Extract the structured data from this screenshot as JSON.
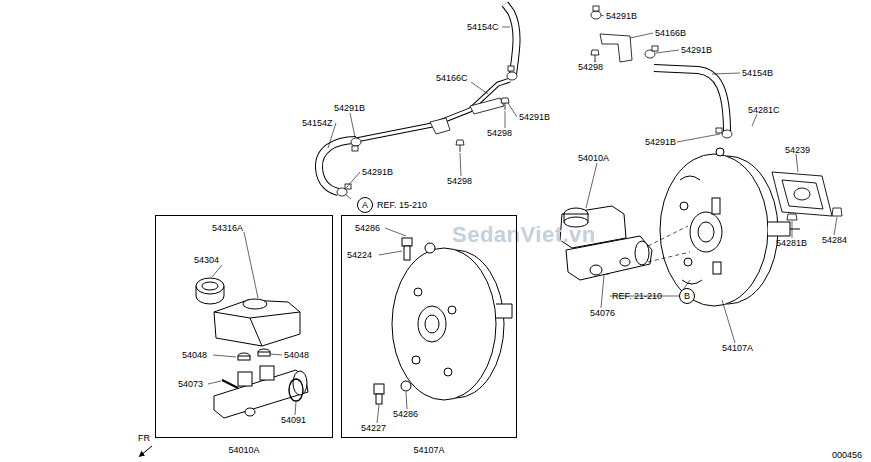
{
  "diagram": {
    "nodes": [
      {
        "text": [
          "A"
        ]
      },
      {
        "text": [
          "54010A"
        ]
      },
      {
        "text": [
          "54107A"
        ]
      },
      {
        "text": [
          "B"
        ]
      }
    ],
    "labels": [
      "54154C",
      "54291B",
      "54166B",
      "54291B",
      "54154B",
      "54298",
      "54166C",
      "54291B",
      "54298",
      "54154Z",
      "54291B",
      "54291B",
      "54298",
      "REF. 15-210",
      "54281C",
      "54239",
      "54291B",
      "54010A",
      "54281B",
      "54284",
      "54286",
      "54224",
      "REF. 21-210",
      "54076",
      "54107A",
      "54316A",
      "54304",
      "54048",
      "54048",
      "54073",
      "54091",
      "54286",
      "54227",
      "FR",
      "000456",
      "SedanViet.vn"
    ]
  }
}
